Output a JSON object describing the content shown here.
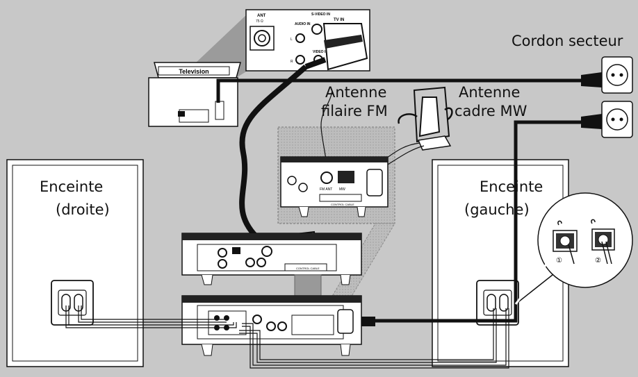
{
  "labels": {
    "power_cord": "Cordon secteur",
    "fm_antenna_line1": "Antenne",
    "fm_antenna_line2": "filaire FM",
    "mw_antenna_line1": "Antenne",
    "mw_antenna_line2": "cadre MW",
    "speaker_right_line1": "Enceinte",
    "speaker_right_line2": "(droite)",
    "speaker_left_line1": "Enceinte",
    "speaker_left_line2": "(gauche)"
  },
  "tv": {
    "name": "Television",
    "ant_label": "ANT",
    "ant_sub": "75 Ω",
    "audio_in": "AUDIO IN",
    "svideo_in": "S-VIDEO IN",
    "video_in": "VIDEO IN",
    "tv_in": "TV IN",
    "audio_l": "L",
    "audio_r": "R"
  },
  "unit": {
    "control_cable": "CONTROL CABLE",
    "fm_ant": "FM ANT",
    "mw_ant": "MW"
  },
  "callout": {
    "step1": "①",
    "step2": "②"
  }
}
